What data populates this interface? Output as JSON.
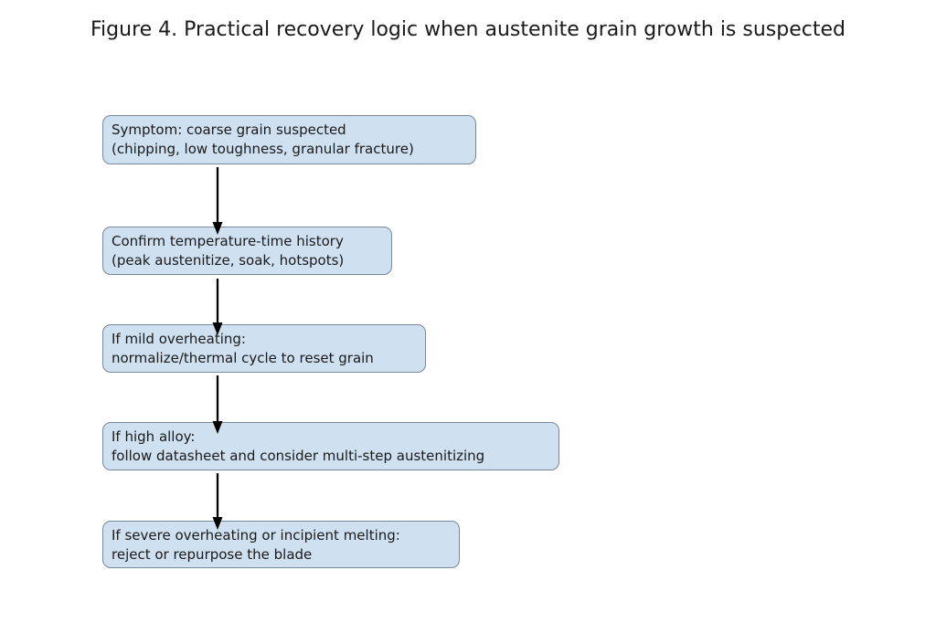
{
  "figure": {
    "title": "Figure 4. Practical recovery logic when austenite grain growth is suspected"
  },
  "flowchart": {
    "nodes": [
      {
        "id": "symptom",
        "line1": "Symptom: coarse grain suspected",
        "line2": "(chipping, low toughness, granular fracture)"
      },
      {
        "id": "confirm-history",
        "line1": "Confirm temperature-time history",
        "line2": "(peak austenitize, soak, hotspots)"
      },
      {
        "id": "mild-overheating",
        "line1": "If mild overheating:",
        "line2": "normalize/thermal cycle to reset grain"
      },
      {
        "id": "high-alloy",
        "line1": "If high alloy:",
        "line2": "follow datasheet and consider multi-step austenitizing"
      },
      {
        "id": "severe-overheating",
        "line1": "If severe overheating or incipient melting:",
        "line2": "reject or repurpose the blade"
      }
    ],
    "colors": {
      "background": "#ffffff",
      "node_fill": "#cfe0f0",
      "node_border": "#76889a",
      "arrow": "#000000",
      "text": "#1a1a1a"
    }
  }
}
